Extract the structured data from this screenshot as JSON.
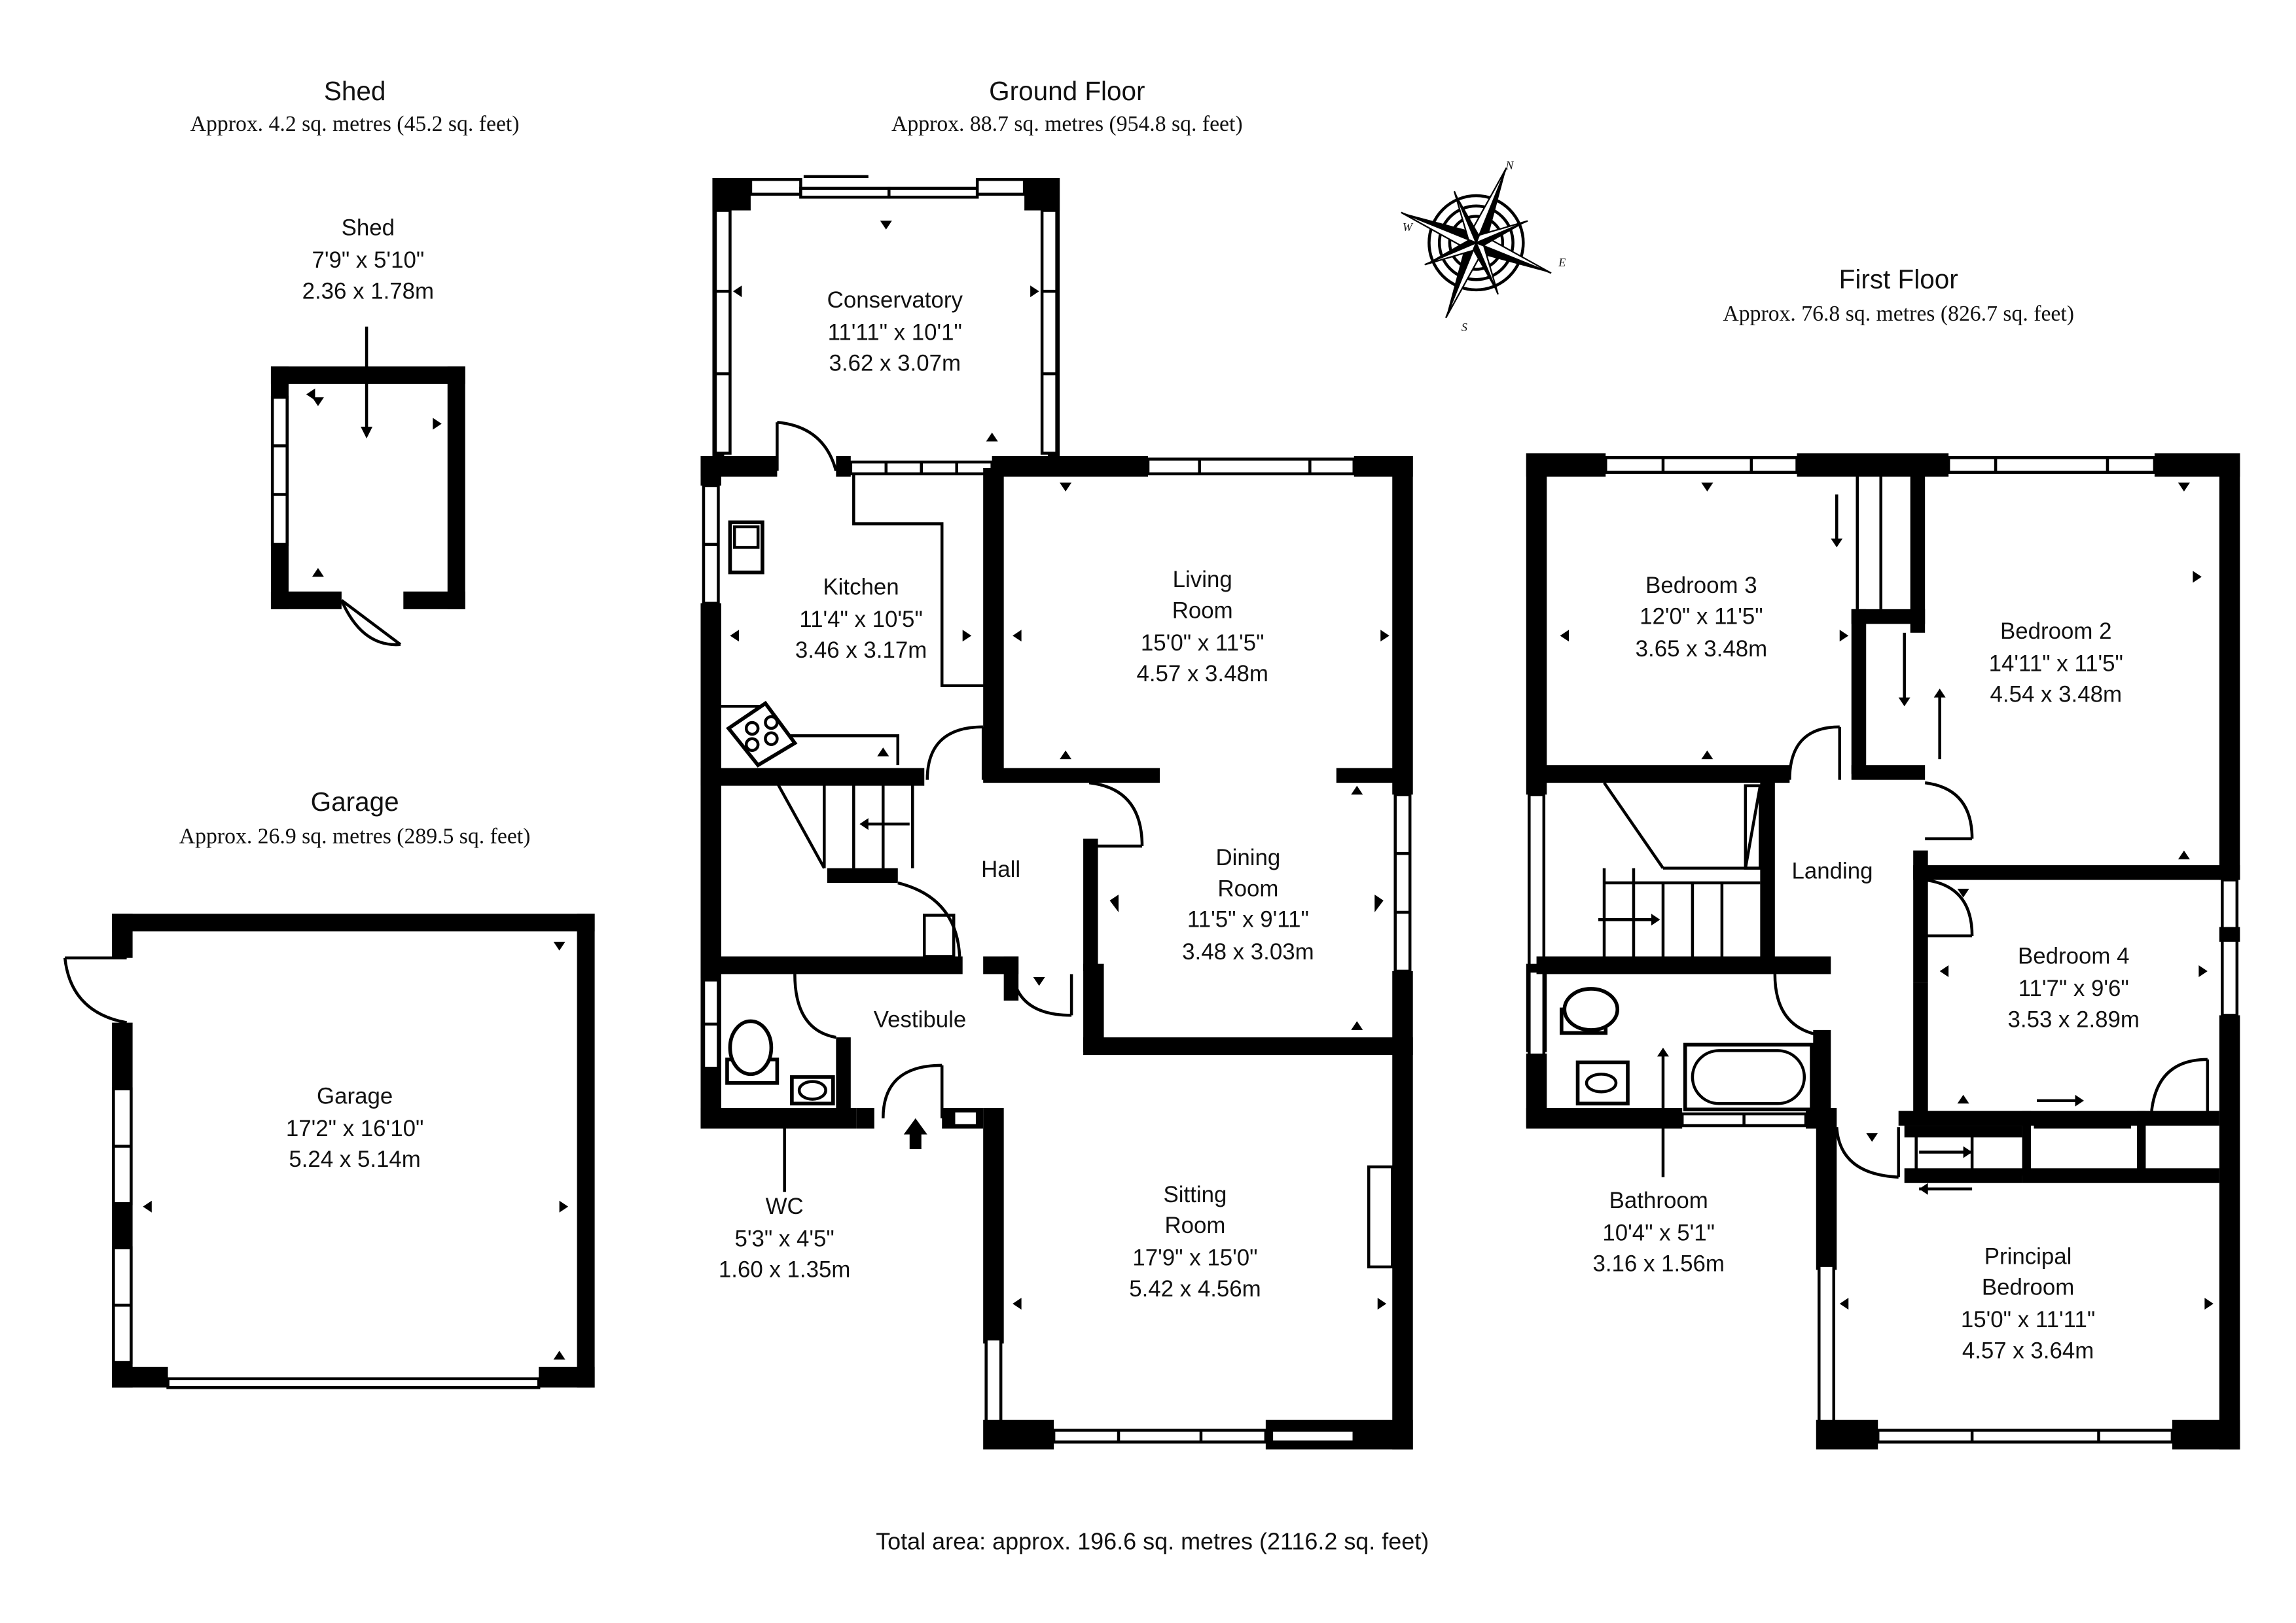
{
  "colors": {
    "wall": "#000000",
    "background": "#ffffff",
    "text": "#111111"
  },
  "sections": {
    "shed": {
      "title": "Shed",
      "area": "Approx. 4.2 sq. metres (45.2 sq. feet)"
    },
    "ground_floor": {
      "title": "Ground Floor",
      "area": "Approx. 88.7 sq. metres (954.8 sq. feet)"
    },
    "garage": {
      "title": "Garage",
      "area": "Approx. 26.9 sq. metres (289.5 sq. feet)"
    },
    "first_floor": {
      "title": "First Floor",
      "area": "Approx. 76.8 sq. metres (826.7 sq. feet)"
    }
  },
  "rooms": {
    "shed": {
      "name": "Shed",
      "imperial": "7'9\" x 5'10\"",
      "metric": "2.36 x 1.78m"
    },
    "garage": {
      "name": "Garage",
      "imperial": "17'2\" x 16'10\"",
      "metric": "5.24 x 5.14m"
    },
    "conservatory": {
      "name": "Conservatory",
      "imperial": "11'11\" x 10'1\"",
      "metric": "3.62 x 3.07m"
    },
    "kitchen": {
      "name": "Kitchen",
      "imperial": "11'4\" x 10'5\"",
      "metric": "3.46 x 3.17m"
    },
    "living_room": {
      "name1": "Living",
      "name2": "Room",
      "imperial": "15'0\" x 11'5\"",
      "metric": "4.57 x 3.48m"
    },
    "dining_room": {
      "name1": "Dining",
      "name2": "Room",
      "imperial": "11'5\" x 9'11\"",
      "metric": "3.48 x 3.03m"
    },
    "hall": {
      "name": "Hall"
    },
    "vestibule": {
      "name": "Vestibule"
    },
    "wc": {
      "name": "WC",
      "imperial": "5'3\" x 4'5\"",
      "metric": "1.60 x 1.35m"
    },
    "sitting_room": {
      "name1": "Sitting",
      "name2": "Room",
      "imperial": "17'9\" x 15'0\"",
      "metric": "5.42 x 4.56m"
    },
    "bedroom_3": {
      "name": "Bedroom 3",
      "imperial": "12'0\" x 11'5\"",
      "metric": "3.65 x 3.48m"
    },
    "bedroom_2": {
      "name": "Bedroom 2",
      "imperial": "14'11\" x 11'5\"",
      "metric": "4.54 x 3.48m"
    },
    "landing": {
      "name": "Landing"
    },
    "bedroom_4": {
      "name": "Bedroom 4",
      "imperial": "11'7\" x 9'6\"",
      "metric": "3.53 x 2.89m"
    },
    "bathroom": {
      "name": "Bathroom",
      "imperial": "10'4\" x 5'1\"",
      "metric": "3.16 x 1.56m"
    },
    "principal_bedroom": {
      "name1": "Principal",
      "name2": "Bedroom",
      "imperial": "15'0\" x 11'11\"",
      "metric": "4.57 x 3.64m"
    }
  },
  "compass": {
    "n": "N",
    "e": "E",
    "s": "S",
    "w": "W",
    "icon": "compass-rose-icon"
  },
  "total_area": "Total area: approx. 196.6 sq. metres (2116.2 sq. feet)"
}
